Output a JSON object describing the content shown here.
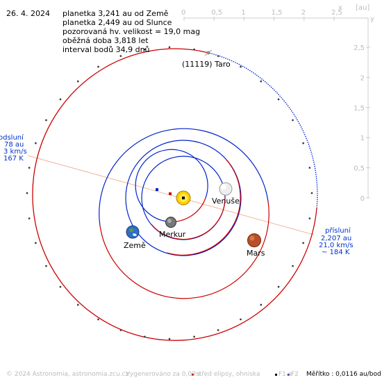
{
  "date": "26. 4. 2024",
  "info_lines": [
    "planetka 3,241 au od Země",
    "planetka 2,449 au od Slunce",
    "pozorovaná hv. velikost = 19,0 mag",
    "oběžná doba 3,818 let",
    "interval bodů 34,9 dnů"
  ],
  "axes": {
    "x_label": "x",
    "unit_label": "[au]",
    "y_label": "y",
    "x_ticks": [
      "0",
      "0,5",
      "1",
      "1,5",
      "2",
      "2,5"
    ],
    "y_ticks": [
      "2,5",
      "2",
      "1,5",
      "1",
      "0,5",
      "0"
    ]
  },
  "labels": {
    "asteroid": "(11119) Taro",
    "venus": "Venuše",
    "earth": "Země",
    "mercury": "Merkur",
    "mars": "Mars"
  },
  "perihelion": [
    "přísluní",
    "2,207 au",
    "21,0 km/s",
    "~ 184 K"
  ],
  "aphelion": [
    "odsluní",
    "78 au",
    "3 km/s",
    "167 K"
  ],
  "footer": {
    "copyright": "© 2024 Astronomia, astronomia.zcu.cz",
    "generated": "Vygenerováno za 0,09 s",
    "legend_center": "střed elipsy, ohniska",
    "legend_f1": "F1 a",
    "legend_f2": "F2",
    "scale": "Měřítko : 0,0116 au/bod"
  },
  "colors": {
    "red_orbit": "#cc0000",
    "blue_orbit": "#0022cc",
    "axis": "#cccccc",
    "apsis_line": "#f0a080",
    "label_blue": "#0033cc"
  }
}
